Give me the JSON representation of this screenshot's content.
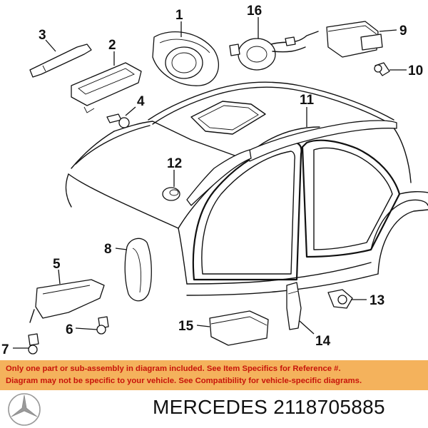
{
  "callouts": [
    "1",
    "2",
    "3",
    "4",
    "5",
    "6",
    "7",
    "8",
    "9",
    "10",
    "11",
    "12",
    "13",
    "14",
    "15",
    "16"
  ],
  "notice": {
    "line1": "Only one part or sub-assembly in diagram included. See Item Specifics for Reference #.",
    "line2": "Diagram may not be specific to your vehicle. See Compatibility for vehicle-specific diagrams."
  },
  "footer": {
    "brand": "MERCEDES",
    "part_number": "2118705885",
    "logo_icon": "mercedes-star-icon"
  },
  "colors": {
    "notice_background": "#f4b25c",
    "notice_text": "#c8140a"
  }
}
